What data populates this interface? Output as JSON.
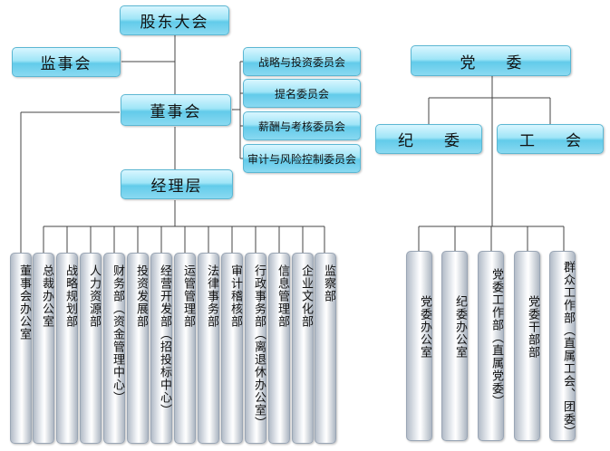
{
  "left": {
    "top": "股东大会",
    "supervisory": "监事会",
    "board": "董事会",
    "management": "经理层",
    "committees": [
      "战略与投资委员会",
      "提名委员会",
      "薪酬与考核委员会",
      "审计与风险控制委员会"
    ],
    "departments": [
      "董事会办公室",
      "总裁办公室",
      "战略规划部",
      "人力资源部",
      "财务部（资金管理中心）",
      "投资发展部",
      "经营开发部（招投标中心）",
      "运管管理部",
      "法律事务部",
      "审计稽核部",
      "行政事务部（离退休办公室）",
      "信息管理部",
      "企业文化部",
      "监察部"
    ]
  },
  "right": {
    "party": "党　　委",
    "discipline": "纪　　委",
    "union": "工　　会",
    "departments": [
      "党委办公室",
      "纪委办公室",
      "党委工作部（直属党委）",
      "党委干部部",
      "群众工作部（直属工会、团委）"
    ]
  }
}
